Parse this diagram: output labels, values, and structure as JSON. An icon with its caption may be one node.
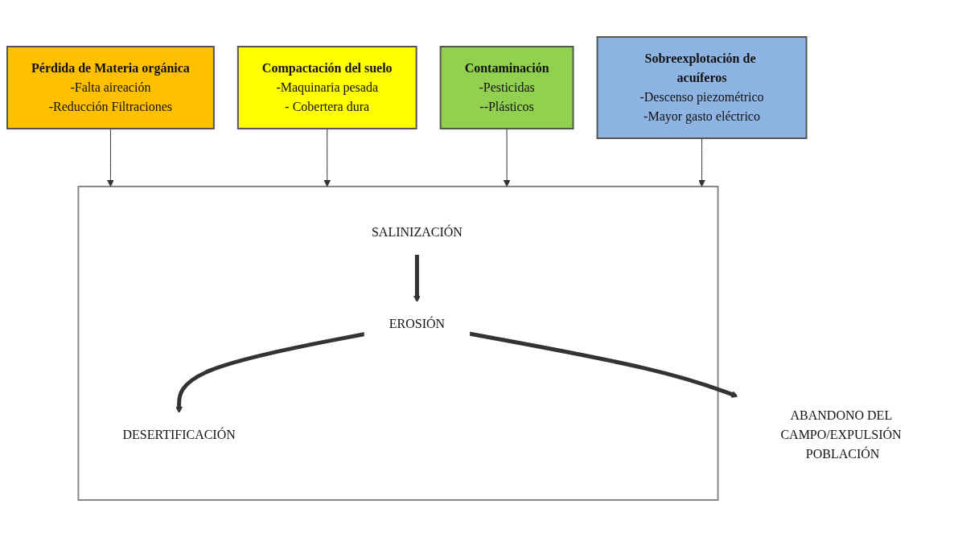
{
  "diagram": {
    "nodes": [
      {
        "text": [
          "Pérdida de Materia orgánica",
          "-Falta aireación",
          "-Reducción Filtraciones"
        ]
      },
      {
        "text": [
          "Compactación del suelo",
          "-Maquinaria pesada",
          "- Cobertera dura"
        ]
      },
      {
        "text": [
          "Contaminación",
          "-Pesticidas",
          "--Plásticos"
        ]
      },
      {
        "text": [
          "Sobreexplotación de acuíferos",
          "-Descenso piezométrico",
          "-Mayor gasto eléctrico"
        ]
      },
      {
        "text": [],
        "shape": "bar"
      },
      {
        "text": [
          "SALINIZACIÓN"
        ],
        "in": 4
      },
      {
        "text": [
          "EROSIÓN"
        ],
        "in": 4
      },
      {
        "text": [
          "DESERTIFICACIÓN"
        ],
        "in": 4
      },
      {
        "text": [
          "ABANDONO DEL CAMPO/EXPULSIÓN POBLACIÓN"
        ]
      }
    ],
    "edges": [
      {
        "from": 0,
        "to": 4,
        "arrow": "to"
      },
      {
        "from": 1,
        "to": 4,
        "arrow": "to"
      },
      {
        "from": 2,
        "to": 4,
        "arrow": "to"
      },
      {
        "from": 3,
        "to": 4,
        "arrow": "to"
      },
      {
        "from": 5,
        "to": 6,
        "arrow": "to",
        "style": "thick"
      },
      {
        "from": 6,
        "to": 7,
        "arrow": "to",
        "style": "thick"
      },
      {
        "from": 6,
        "to": 8,
        "arrow": "to",
        "style": "thick"
      }
    ]
  }
}
